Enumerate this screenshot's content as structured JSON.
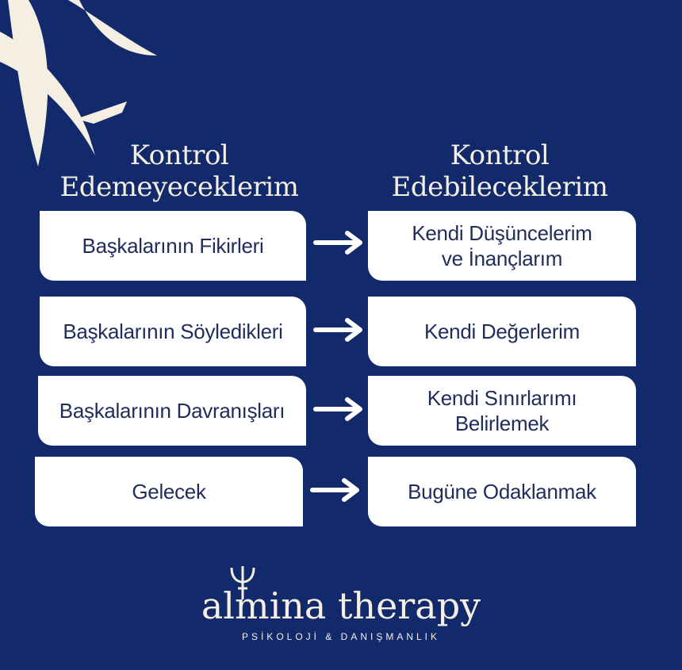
{
  "colors": {
    "background": "#122a6b",
    "card": "#ffffff",
    "card_text": "#1f2c5c",
    "cream": "#f5efe3"
  },
  "headings": {
    "left": [
      "Kontrol",
      "Edemeyeceklerim"
    ],
    "right": [
      "Kontrol",
      "Edebileceklerim"
    ]
  },
  "rows": [
    {
      "left": [
        "Başkalarının Fikirleri"
      ],
      "right": [
        "Kendi Düşüncelerim",
        "ve İnançlarım"
      ]
    },
    {
      "left": [
        "Başkalarının Söyledikleri"
      ],
      "right": [
        "Kendi Değerlerim"
      ]
    },
    {
      "left": [
        "Başkalarının Davranışları"
      ],
      "right": [
        "Kendi Sınırlarımı",
        "Belirlemek"
      ]
    },
    {
      "left": [
        "Gelecek"
      ],
      "right": [
        "Bugüne Odaklanmak"
      ]
    }
  ],
  "icons": {
    "row_arrow": "right-arrow-icon",
    "corner": "feather-stroke-decoration",
    "logo_mark": "trident-icon"
  },
  "logo": {
    "wordmark": "almina therapy",
    "tagline": "PSİKOLOJİ & DANIŞMANLIK"
  }
}
